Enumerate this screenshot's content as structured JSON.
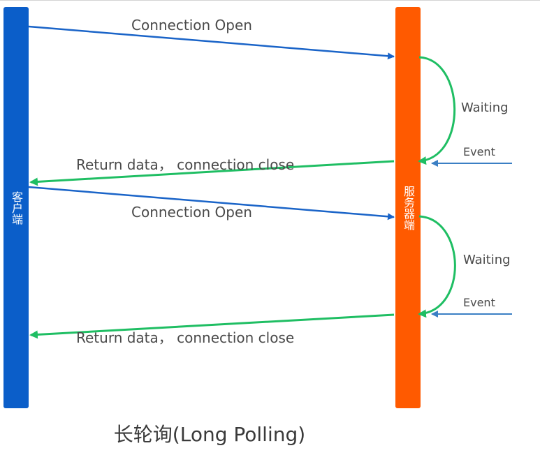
{
  "participants": {
    "client": {
      "label": "客户端",
      "color": "#0b5ec9"
    },
    "server": {
      "label": "服务器端",
      "color": "#ff5a00"
    }
  },
  "messages": [
    {
      "label": "Connection Open",
      "from": "client",
      "to": "server",
      "color": "#1a64c8"
    },
    {
      "label": "Waiting",
      "type": "self-loop",
      "color": "#1fbe63"
    },
    {
      "label": "Event",
      "from": "external",
      "to": "server",
      "color": "#3b7fc4"
    },
    {
      "label": "Return data， connection close",
      "from": "server",
      "to": "client",
      "color": "#1fbe63"
    },
    {
      "label": "Connection Open",
      "from": "client",
      "to": "server",
      "color": "#1a64c8"
    },
    {
      "label": "Waiting",
      "type": "self-loop",
      "color": "#1fbe63"
    },
    {
      "label": "Event",
      "from": "external",
      "to": "server",
      "color": "#3b7fc4"
    },
    {
      "label": "Return data， connection close",
      "from": "server",
      "to": "client",
      "color": "#1fbe63"
    }
  ],
  "caption": "长轮询(Long Polling)"
}
